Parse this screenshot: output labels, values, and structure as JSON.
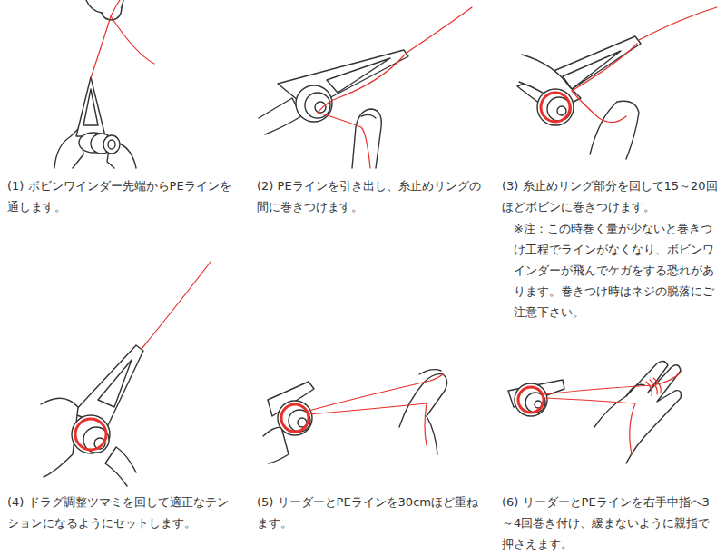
{
  "diagram": {
    "labels": [
      "(1) ボビンワインダー先端からPEラインを通します。",
      "(2) PEラインを引き出し、糸止めリングの間に巻きつけます。",
      "(3) 糸止めリング部分を回して15～20回ほどボビンに巻きつけます。",
      "※注：この時巻く量が少ないと巻きつけ工程でラインがなくなり、ボビンワインダーが飛んでケガをする恐れがあります。巻きつけ時はネジの脱落にご注意下さい。",
      "(4) ドラグ調整ツマミを回して適正なテンションになるようにセットします。",
      "(5) リーダーとPEラインを30cmほど重ねます。",
      "(6) リーダーとPEラインを右手中指へ3～4回巻き付け、緩まないように親指で押さえます。"
    ]
  }
}
